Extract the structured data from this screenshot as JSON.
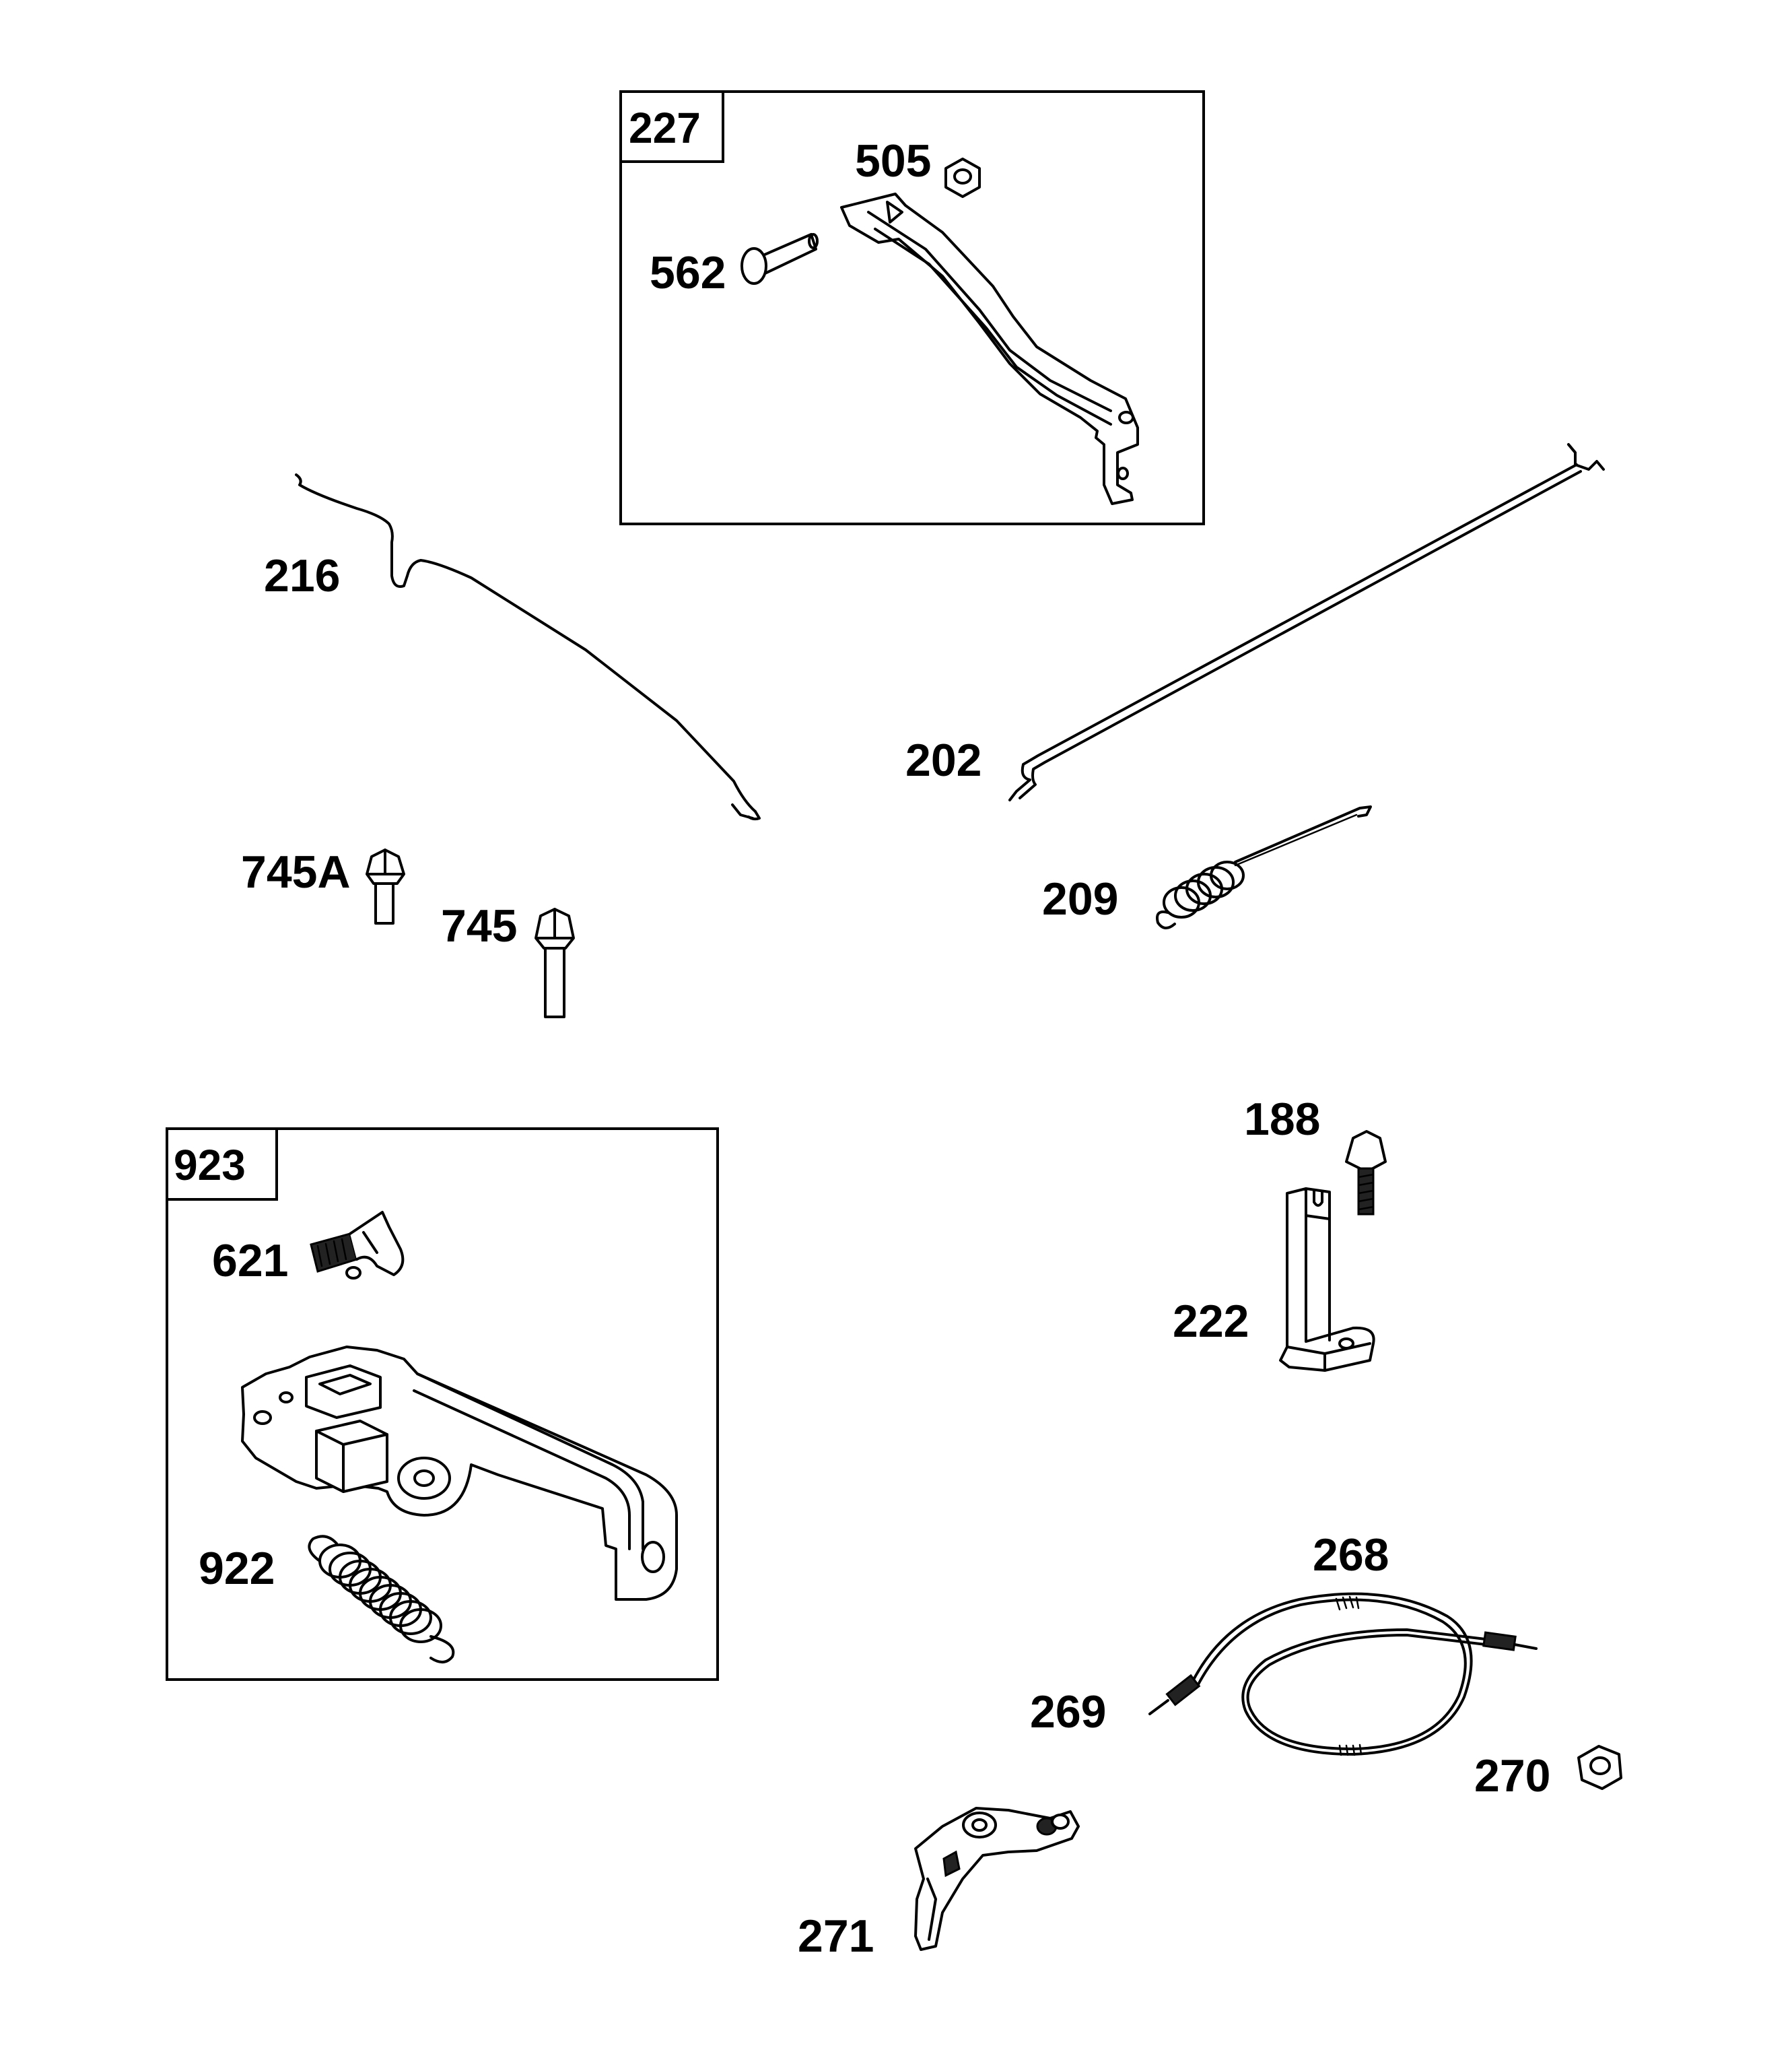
{
  "kits": [
    {
      "id": "kit-227",
      "label": "227"
    },
    {
      "id": "kit-923",
      "label": "923"
    }
  ],
  "parts": [
    {
      "id": "505",
      "label": "505"
    },
    {
      "id": "562",
      "label": "562"
    },
    {
      "id": "216",
      "label": "216"
    },
    {
      "id": "202",
      "label": "202"
    },
    {
      "id": "745A",
      "label": "745A"
    },
    {
      "id": "745",
      "label": "745"
    },
    {
      "id": "209",
      "label": "209"
    },
    {
      "id": "188",
      "label": "188"
    },
    {
      "id": "621",
      "label": "621"
    },
    {
      "id": "222",
      "label": "222"
    },
    {
      "id": "922",
      "label": "922"
    },
    {
      "id": "268",
      "label": "268"
    },
    {
      "id": "269",
      "label": "269"
    },
    {
      "id": "270",
      "label": "270"
    },
    {
      "id": "271",
      "label": "271"
    }
  ]
}
